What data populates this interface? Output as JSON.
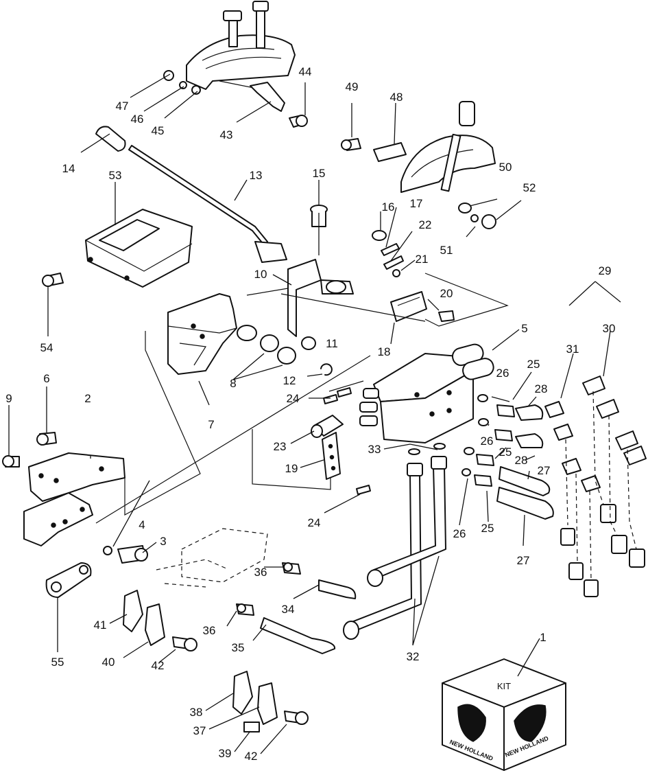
{
  "diagram": {
    "part_labels": {
      "p1": "1",
      "p2": "2",
      "p3": "3",
      "p4": "4",
      "p5": "5",
      "p6": "6",
      "p7": "7",
      "p8": "8",
      "p9": "9",
      "p10": "10",
      "p11": "11",
      "p12": "12",
      "p13": "13",
      "p14": "14",
      "p15": "15",
      "p16": "16",
      "p17": "17",
      "p18": "18",
      "p19": "19",
      "p20": "20",
      "p21": "21",
      "p22": "22",
      "p23": "23",
      "p24a": "24",
      "p24b": "24",
      "p25a": "25",
      "p25b": "25",
      "p25c": "25",
      "p26a": "26",
      "p26b": "26",
      "p26c": "26",
      "p27a": "27",
      "p27b": "27",
      "p28a": "28",
      "p28b": "28",
      "p29": "29",
      "p30": "30",
      "p31": "31",
      "p32": "32",
      "p33": "33",
      "p34": "34",
      "p35": "35",
      "p36a": "36",
      "p36b": "36",
      "p37": "37",
      "p38": "38",
      "p39": "39",
      "p40": "40",
      "p41": "41",
      "p42a": "42",
      "p42b": "42",
      "p43": "43",
      "p44": "44",
      "p45": "45",
      "p46": "46",
      "p47": "47",
      "p48": "48",
      "p49": "49",
      "p50": "50",
      "p51": "51",
      "p52": "52",
      "p53": "53",
      "p54": "54",
      "p55": "55"
    },
    "kit_box": {
      "top_text": "KIT",
      "brand_left": "NEW HOLLAND",
      "brand_right": "NEW HOLLAND"
    }
  }
}
